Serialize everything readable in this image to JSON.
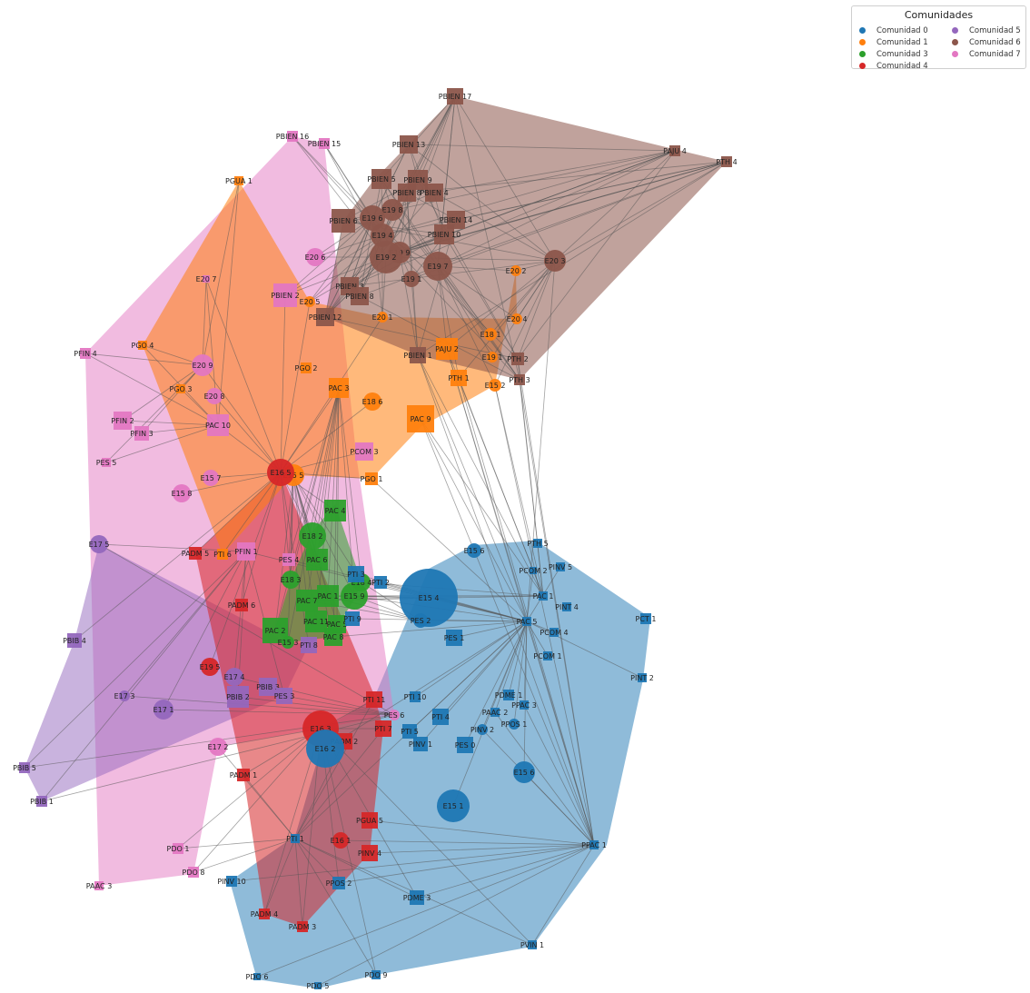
{
  "legend": {
    "title": "Comunidades",
    "items": [
      {
        "label": "Comunidad 0",
        "color": "#1f77b4"
      },
      {
        "label": "Comunidad 1",
        "color": "#ff7f0e"
      },
      {
        "label": "Comunidad 3",
        "color": "#2ca02c"
      },
      {
        "label": "Comunidad 4",
        "color": "#d62728"
      },
      {
        "label": "Comunidad 5",
        "color": "#9467bd"
      },
      {
        "label": "Comunidad 6",
        "color": "#8c564b"
      },
      {
        "label": "Comunidad 7",
        "color": "#e377c2"
      }
    ]
  },
  "communities": {
    "0": {
      "color": "#1f77b4"
    },
    "1": {
      "color": "#ff7f0e"
    },
    "3": {
      "color": "#2ca02c"
    },
    "4": {
      "color": "#d62728"
    },
    "5": {
      "color": "#9467bd"
    },
    "6": {
      "color": "#8c564b"
    },
    "7": {
      "color": "#e377c2"
    }
  },
  "nodes": [
    {
      "id": "PBIEN 17",
      "c": "6"
    },
    {
      "id": "PAJU 4",
      "c": "6"
    },
    {
      "id": "PTH 4",
      "c": "6"
    },
    {
      "id": "PBIEN 13",
      "c": "6"
    },
    {
      "id": "PBIEN 5",
      "c": "6"
    },
    {
      "id": "PBIEN 9",
      "c": "6"
    },
    {
      "id": "PBIEN 8",
      "c": "6"
    },
    {
      "id": "PBIEN 4",
      "c": "6"
    },
    {
      "id": "E19 8",
      "c": "6"
    },
    {
      "id": "E19 6",
      "c": "6"
    },
    {
      "id": "PBIEN 14",
      "c": "6"
    },
    {
      "id": "PBIEN 6",
      "c": "6"
    },
    {
      "id": "E19 4",
      "c": "6"
    },
    {
      "id": "PBIEN 10",
      "c": "6"
    },
    {
      "id": "E19 9",
      "c": "6"
    },
    {
      "id": "E19 2",
      "c": "6"
    },
    {
      "id": "E19 7",
      "c": "6"
    },
    {
      "id": "E20 3",
      "c": "6"
    },
    {
      "id": "E19 1",
      "c": "6"
    },
    {
      "id": "PBIEN 3",
      "c": "6"
    },
    {
      "id": "PBIEN 8",
      "c": "6"
    },
    {
      "id": "PBIEN 12",
      "c": "6"
    },
    {
      "id": "PBIEN 1",
      "c": "6"
    },
    {
      "id": "PTH 2",
      "c": "6"
    },
    {
      "id": "PTH 3",
      "c": "6"
    },
    {
      "id": "E20 2",
      "c": "1"
    },
    {
      "id": "E20 4",
      "c": "1"
    },
    {
      "id": "E20 5",
      "c": "1"
    },
    {
      "id": "E20 1",
      "c": "1"
    },
    {
      "id": "E18 1",
      "c": "1"
    },
    {
      "id": "PAJU 2",
      "c": "1"
    },
    {
      "id": "E19 1",
      "c": "1"
    },
    {
      "id": "PTH 1",
      "c": "1"
    },
    {
      "id": "E15 2",
      "c": "1"
    },
    {
      "id": "PAC 3",
      "c": "1"
    },
    {
      "id": "E18 6",
      "c": "1"
    },
    {
      "id": "PAC 9",
      "c": "1"
    },
    {
      "id": "PGO 2",
      "c": "1"
    },
    {
      "id": "PGO 4",
      "c": "1"
    },
    {
      "id": "PGO 3",
      "c": "1"
    },
    {
      "id": "PGUA 1",
      "c": "1"
    },
    {
      "id": "PGO 1",
      "c": "1"
    },
    {
      "id": "E15 5",
      "c": "1"
    },
    {
      "id": "PTI 6",
      "c": "1"
    },
    {
      "id": "PBIEN 16",
      "c": "7"
    },
    {
      "id": "PBIEN 15",
      "c": "7"
    },
    {
      "id": "E20 6",
      "c": "7"
    },
    {
      "id": "E20 7",
      "c": "7"
    },
    {
      "id": "PBIEN 2",
      "c": "7"
    },
    {
      "id": "PFIN 4",
      "c": "7"
    },
    {
      "id": "E20 9",
      "c": "7"
    },
    {
      "id": "E20 8",
      "c": "7"
    },
    {
      "id": "PAC 10",
      "c": "7"
    },
    {
      "id": "PFIN 2",
      "c": "7"
    },
    {
      "id": "PFIN 3",
      "c": "7"
    },
    {
      "id": "PES 5",
      "c": "7"
    },
    {
      "id": "E15 7",
      "c": "7"
    },
    {
      "id": "E15 8",
      "c": "7"
    },
    {
      "id": "PCOM 3",
      "c": "7"
    },
    {
      "id": "PFIN 1",
      "c": "7"
    },
    {
      "id": "PES 4",
      "c": "7"
    },
    {
      "id": "PES 6",
      "c": "7"
    },
    {
      "id": "E17 2",
      "c": "7"
    },
    {
      "id": "PDO 1",
      "c": "7"
    },
    {
      "id": "PDO 8",
      "c": "7"
    },
    {
      "id": "PAAC 3",
      "c": "7"
    },
    {
      "id": "E16 5",
      "c": "4"
    },
    {
      "id": "PADM 5",
      "c": "4"
    },
    {
      "id": "PADM 6",
      "c": "4"
    },
    {
      "id": "E19 5",
      "c": "4"
    },
    {
      "id": "E16 3",
      "c": "4"
    },
    {
      "id": "PADM 2",
      "c": "4"
    },
    {
      "id": "PTI 11",
      "c": "4"
    },
    {
      "id": "PTI 7",
      "c": "4"
    },
    {
      "id": "PADM 1",
      "c": "4"
    },
    {
      "id": "PGUA 5",
      "c": "4"
    },
    {
      "id": "E16 1",
      "c": "4"
    },
    {
      "id": "PINV 4",
      "c": "4"
    },
    {
      "id": "PADM 4",
      "c": "4"
    },
    {
      "id": "PADM 3",
      "c": "4"
    },
    {
      "id": "PAC 4",
      "c": "3"
    },
    {
      "id": "E18 2",
      "c": "3"
    },
    {
      "id": "PAC 6",
      "c": "3"
    },
    {
      "id": "E18 3",
      "c": "3"
    },
    {
      "id": "PAC 7",
      "c": "3"
    },
    {
      "id": "PAC 1",
      "c": "3"
    },
    {
      "id": "E15 9",
      "c": "3"
    },
    {
      "id": "E18 4",
      "c": "3"
    },
    {
      "id": "PAC 11",
      "c": "3"
    },
    {
      "id": "PAC 5",
      "c": "3"
    },
    {
      "id": "PAC 2",
      "c": "3"
    },
    {
      "id": "PAC 8",
      "c": "3"
    },
    {
      "id": "E15 3",
      "c": "3"
    },
    {
      "id": "E17 5",
      "c": "5"
    },
    {
      "id": "PBIB 4",
      "c": "5"
    },
    {
      "id": "PTI 8",
      "c": "5"
    },
    {
      "id": "E17 4",
      "c": "5"
    },
    {
      "id": "PBIB 3",
      "c": "5"
    },
    {
      "id": "PBIB 2",
      "c": "5"
    },
    {
      "id": "PES 3",
      "c": "5"
    },
    {
      "id": "E17 3",
      "c": "5"
    },
    {
      "id": "E17 1",
      "c": "5"
    },
    {
      "id": "PBIB 5",
      "c": "5"
    },
    {
      "id": "PBIB 1",
      "c": "5"
    },
    {
      "id": "E15 6",
      "c": "0"
    },
    {
      "id": "PTH 5",
      "c": "0"
    },
    {
      "id": "PCOM 2",
      "c": "0"
    },
    {
      "id": "PINV 5",
      "c": "0"
    },
    {
      "id": "PTI 3",
      "c": "0"
    },
    {
      "id": "PTI 2",
      "c": "0"
    },
    {
      "id": "E15 4",
      "c": "0"
    },
    {
      "id": "PES 2",
      "c": "0"
    },
    {
      "id": "PAC 1",
      "c": "0"
    },
    {
      "id": "PINT 4",
      "c": "0"
    },
    {
      "id": "PCT 1",
      "c": "0"
    },
    {
      "id": "PAC 5",
      "c": "0"
    },
    {
      "id": "PCOM 4",
      "c": "0"
    },
    {
      "id": "PTI 9",
      "c": "0"
    },
    {
      "id": "PES 1",
      "c": "0"
    },
    {
      "id": "PCOM 1",
      "c": "0"
    },
    {
      "id": "PINT 2",
      "c": "0"
    },
    {
      "id": "PTI 10",
      "c": "0"
    },
    {
      "id": "PTI 4",
      "c": "0"
    },
    {
      "id": "PTI 5",
      "c": "0"
    },
    {
      "id": "PINV 1",
      "c": "0"
    },
    {
      "id": "PES 0",
      "c": "0"
    },
    {
      "id": "PINV 2",
      "c": "0"
    },
    {
      "id": "PDME 1",
      "c": "0"
    },
    {
      "id": "PAAC 2",
      "c": "0"
    },
    {
      "id": "PPAC 3",
      "c": "0"
    },
    {
      "id": "PPOS 1",
      "c": "0"
    },
    {
      "id": "E15 6",
      "c": "0"
    },
    {
      "id": "E16 2",
      "c": "0"
    },
    {
      "id": "E15 1",
      "c": "0"
    },
    {
      "id": "PPAC 1",
      "c": "0"
    },
    {
      "id": "PTI 1",
      "c": "0"
    },
    {
      "id": "PINV 10",
      "c": "0"
    },
    {
      "id": "PPOS 2",
      "c": "0"
    },
    {
      "id": "PDME 3",
      "c": "0"
    },
    {
      "id": "PVIN 1",
      "c": "0"
    },
    {
      "id": "PDO 6",
      "c": "0"
    },
    {
      "id": "PDO 5",
      "c": "0"
    },
    {
      "id": "PDO 9",
      "c": "0"
    }
  ],
  "node_labels": [
    "PBIEN 17",
    "PAJU 4",
    "PTH 4",
    "PBIEN 13",
    "PBIEN 5",
    "PBIEN 9",
    "PBIEN 8",
    "PBIEN 4",
    "E19 8",
    "E19 6",
    "PBIEN 14",
    "PBIEN 6",
    "E19 4",
    "PBIEN 10",
    "E19 9",
    "E19 2",
    "E19 7",
    "E20 3",
    "E19 1",
    "PBIEN 3",
    "PBIEN 8",
    "PBIEN 12",
    "PBIEN 1",
    "PTH 2",
    "PTH 3",
    "E20 2",
    "E20 4",
    "E20 5",
    "E20 1",
    "E18 1",
    "PAJU 2",
    "E19 1",
    "PTH 1",
    "E15 2",
    "PAC 3",
    "E18 6",
    "PAC 9",
    "PGO 2",
    "PGO 4",
    "PGO 3",
    "PGUA 1",
    "PGO 1",
    "E15 5",
    "PTI 6",
    "PBIEN 16",
    "PBIEN 15",
    "E20 6",
    "E20 7",
    "PBIEN 2",
    "PFIN 4",
    "E20 9",
    "E20 8",
    "PAC 10",
    "PFIN 2",
    "PFIN 3",
    "PES 5",
    "E15 7",
    "E15 8",
    "PCOM 3",
    "PFIN 1",
    "PES 4",
    "PES 6",
    "E17 2",
    "PDO 1",
    "PDO 8",
    "PAAC 3",
    "E16 5",
    "PADM 5",
    "PADM 6",
    "E19 5",
    "E16 3",
    "PADM 2",
    "PTI 11",
    "PTI 7",
    "PADM 1",
    "PGUA 5",
    "E16 1",
    "PINV 4",
    "PADM 4",
    "PADM 3",
    "PAC 4",
    "E18 2",
    "PAC 6",
    "E18 3",
    "PAC 7",
    "PAC 1",
    "E15 9",
    "E18 4",
    "PAC 11",
    "PAC 5",
    "PAC 2",
    "PAC 8",
    "E15 3",
    "E17 5",
    "PBIB 4",
    "PTI 8",
    "E17 4",
    "PBIB 3",
    "PBIB 2",
    "PES 3",
    "E17 3",
    "E17 1",
    "PBIB 5",
    "PBIB 1",
    "E15 6",
    "PTH 5",
    "PCOM 2",
    "PINV 5",
    "PTI 3",
    "PTI 2",
    "E15 4",
    "PES 2",
    "PAC 1",
    "PINT 4",
    "PCT 1",
    "PAC 5",
    "PCOM 4",
    "PTI 9",
    "PES 1",
    "PCOM 1",
    "PINT 2",
    "PTI 10",
    "PTI 4",
    "PTI 5",
    "PINV 1",
    "PES 0",
    "PINV 2",
    "PDME 1",
    "PAAC 2",
    "PPAC 3",
    "PPOS 1",
    "E15 6",
    "E16 2",
    "E15 1",
    "PPAC 1",
    "PTI 1",
    "PINV 10",
    "PPOS 2",
    "PDME 3",
    "PVIN 1",
    "PDO 6",
    "PDO 5",
    "PDO 9"
  ]
}
